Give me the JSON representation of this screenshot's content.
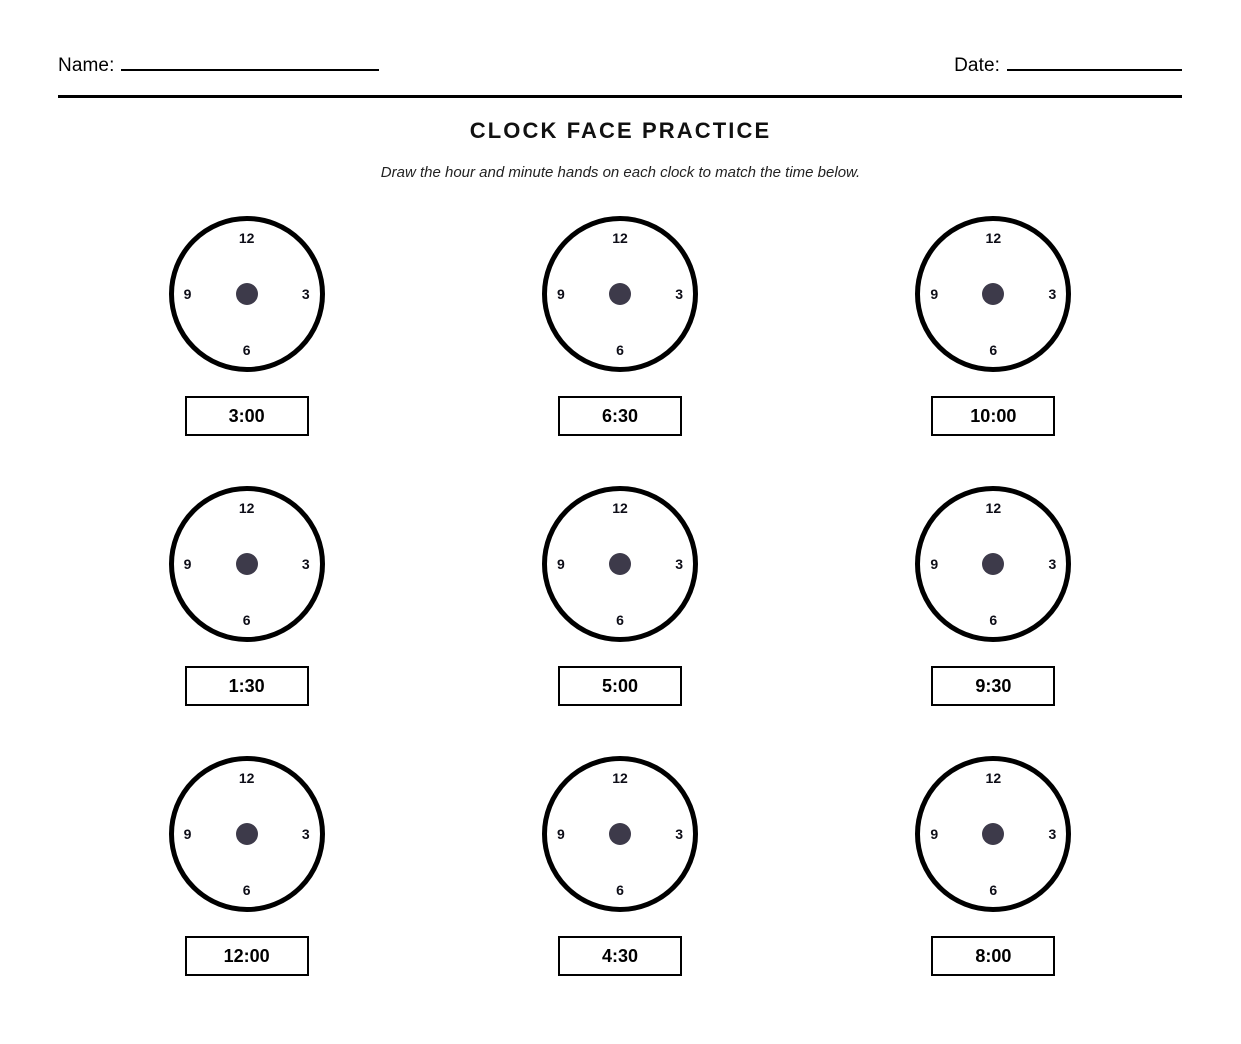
{
  "header": {
    "name_label": "Name:",
    "date_label": "Date:",
    "name_value": "",
    "date_value": ""
  },
  "title": "CLOCK FACE PRACTICE",
  "subtitle": "Draw the hour and minute hands on each clock to match the time below.",
  "clock": {
    "numbers": {
      "twelve": "12",
      "three": "3",
      "six": "6",
      "nine": "9"
    },
    "center_dot_color": "#3d3a4a",
    "rim_color": "#000000"
  },
  "clocks": [
    {
      "time": "3:00",
      "hour": 3,
      "minute": 0
    },
    {
      "time": "6:30",
      "hour": 6,
      "minute": 30
    },
    {
      "time": "10:00",
      "hour": 10,
      "minute": 0
    },
    {
      "time": "1:30",
      "hour": 1,
      "minute": 30
    },
    {
      "time": "5:00",
      "hour": 5,
      "minute": 0
    },
    {
      "time": "9:30",
      "hour": 9,
      "minute": 30
    },
    {
      "time": "12:00",
      "hour": 12,
      "minute": 0
    },
    {
      "time": "4:30",
      "hour": 4,
      "minute": 30
    },
    {
      "time": "8:00",
      "hour": 8,
      "minute": 0
    }
  ]
}
